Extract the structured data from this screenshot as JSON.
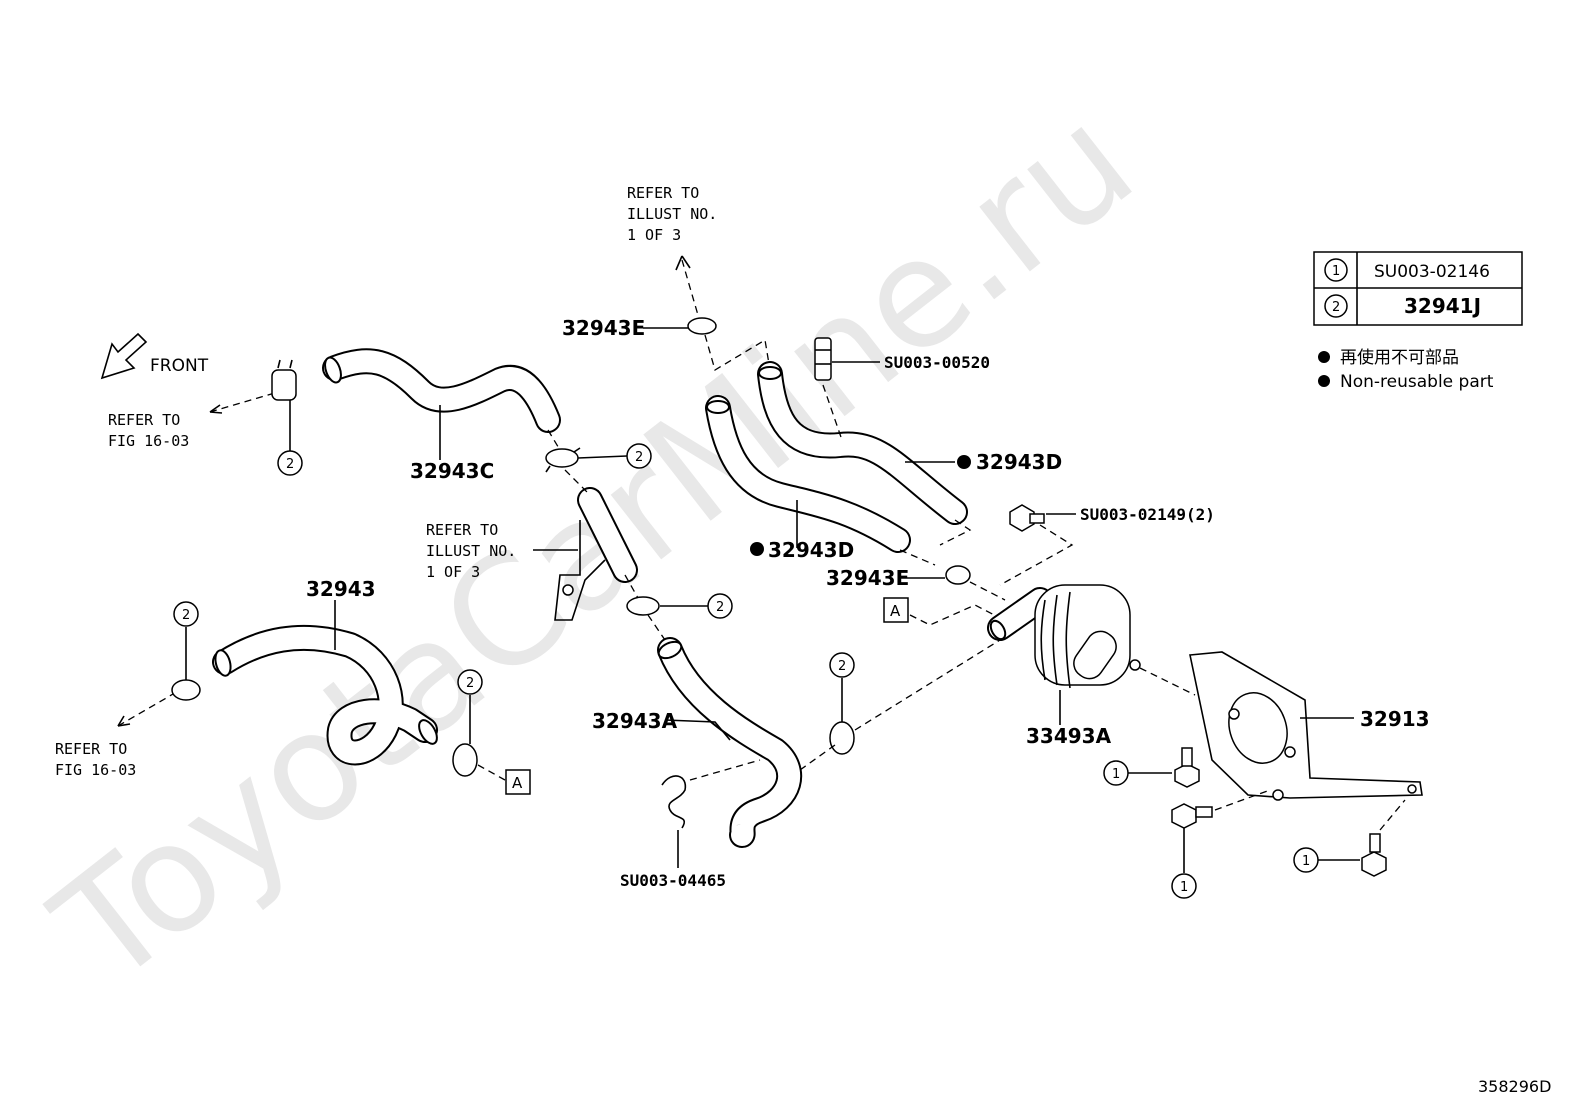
{
  "watermark": "ToyotaCarMine.ru",
  "figure_id": "358296D",
  "front_label": "FRONT",
  "refer_fig_1": [
    "REFER TO",
    "FIG 16-03"
  ],
  "refer_fig_2": [
    "REFER TO",
    "FIG 16-03"
  ],
  "refer_illust_top": [
    "REFER TO",
    "ILLUST NO.",
    "1 OF 3"
  ],
  "refer_illust_mid": [
    "REFER TO",
    "ILLUST NO.",
    "1 OF 3"
  ],
  "legend": {
    "rows": [
      {
        "key": "1",
        "part": "SU003-02146"
      },
      {
        "key": "2",
        "part": "32941J"
      }
    ],
    "note_jp": "再使用不可部品",
    "note_en": "Non-reusable part",
    "marker_color": "#000000"
  },
  "parts": {
    "p32943E_top": "32943E",
    "p32943E_mid": "32943E",
    "pSU003_00520": "SU003-00520",
    "p32943D_right": "32943D",
    "p32943D_left": "32943D",
    "p32943C": "32943C",
    "pSU003_02149": "SU003-02149(2)",
    "p32943": "32943",
    "p32943A": "32943A",
    "p33493A": "33493A",
    "p32913": "32913",
    "pSU003_04465": "SU003-04465"
  },
  "ref_box_label": "A",
  "circle_labels": {
    "one": "1",
    "two": "2"
  }
}
